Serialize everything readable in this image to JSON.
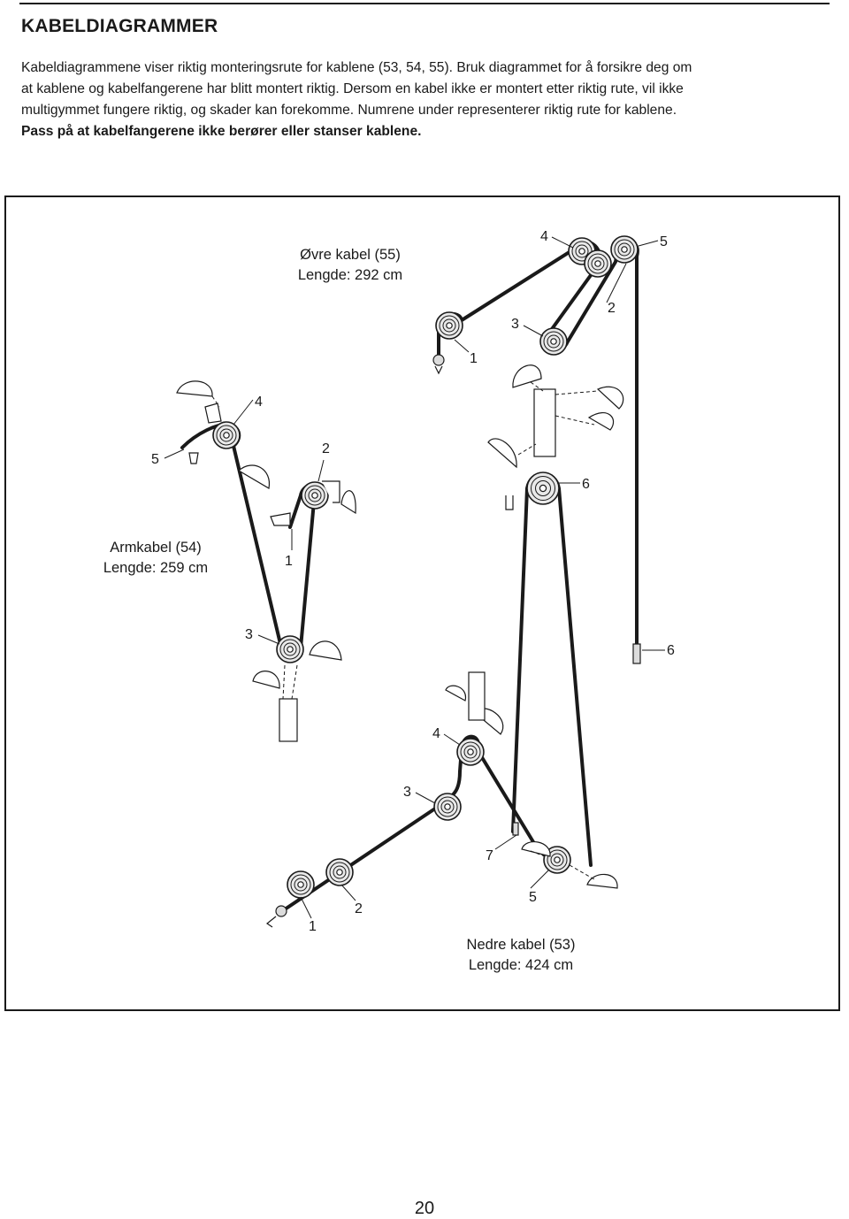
{
  "document": {
    "title": "KABELDIAGRAMMER",
    "intro_lines": [
      "Kabeldiagrammene viser riktig monteringsrute for kablene (53, 54, 55). Bruk diagrammet for å forsikre deg om",
      "at kablene og kabelfangerene har blitt montert riktig. Dersom en kabel ikke er montert etter riktig rute, vil ikke",
      "multigymmet fungere riktig, og skader kan forekomme. Numrene under representerer riktig rute for kablene."
    ],
    "warning": "Pass på at kabelfangerene ikke berører eller stanser kablene.",
    "page_number": "20"
  },
  "diagrams": {
    "upper_cable": {
      "name": "Øvre kabel (55)",
      "length": "Lengde: 292 cm",
      "route_labels": [
        "1",
        "2",
        "3",
        "4",
        "5",
        "6"
      ]
    },
    "arm_cable": {
      "name": "Armkabel (54)",
      "length": "Lengde: 259 cm",
      "route_labels": [
        "1",
        "2",
        "3",
        "4",
        "5"
      ]
    },
    "lower_cable": {
      "name": "Nedre kabel (53)",
      "length": "Lengde: 424 cm",
      "route_labels": [
        "1",
        "2",
        "3",
        "4",
        "5",
        "6",
        "7"
      ]
    }
  }
}
